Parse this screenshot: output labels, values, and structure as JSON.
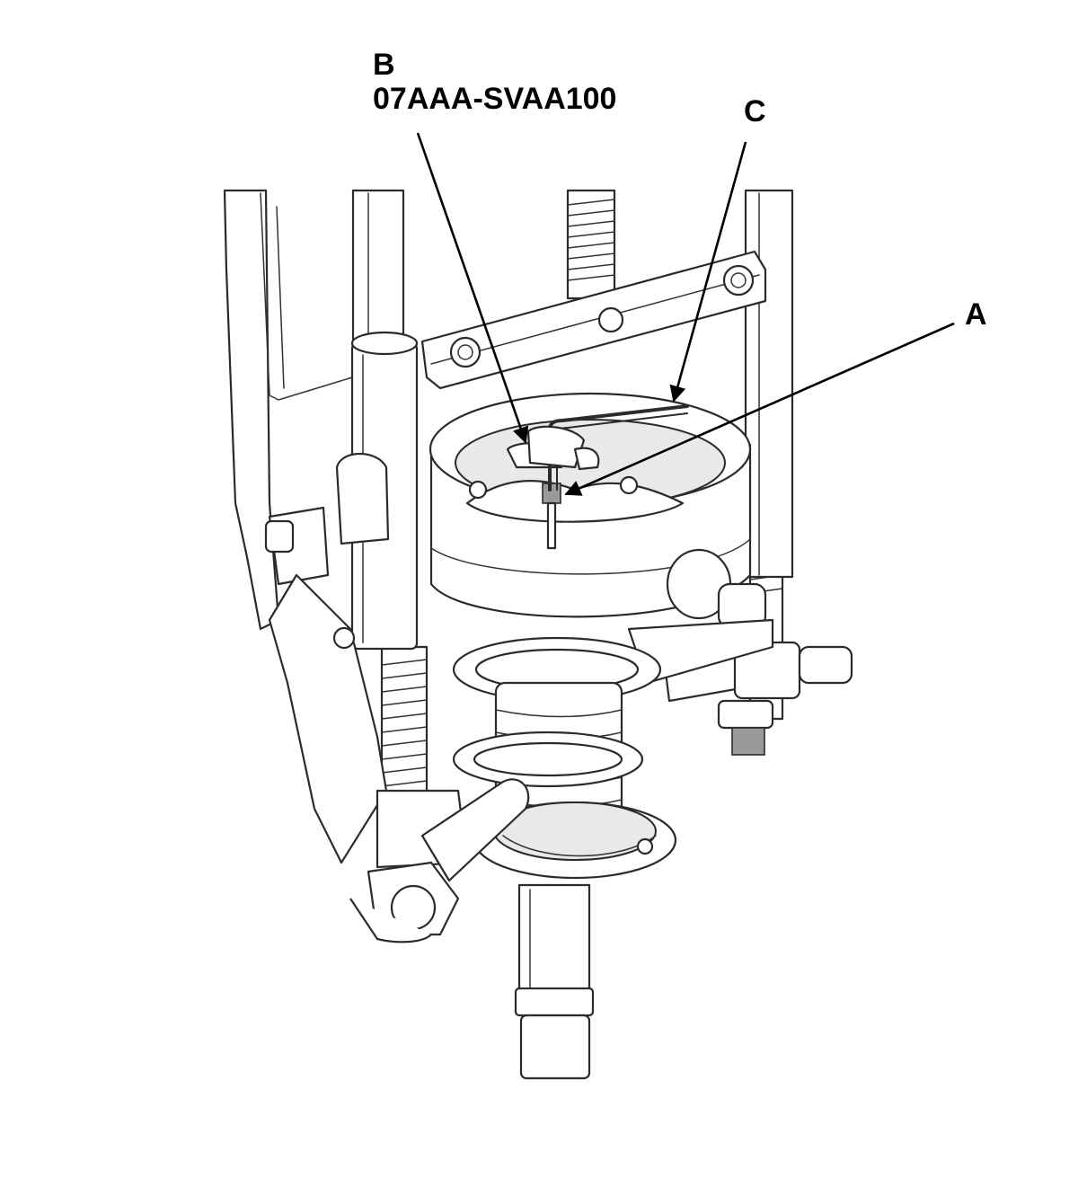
{
  "callouts": {
    "b": {
      "letter": "B",
      "part_number": "07AAA-SVAA100"
    },
    "c": {
      "letter": "C"
    },
    "a": {
      "letter": "A"
    }
  }
}
